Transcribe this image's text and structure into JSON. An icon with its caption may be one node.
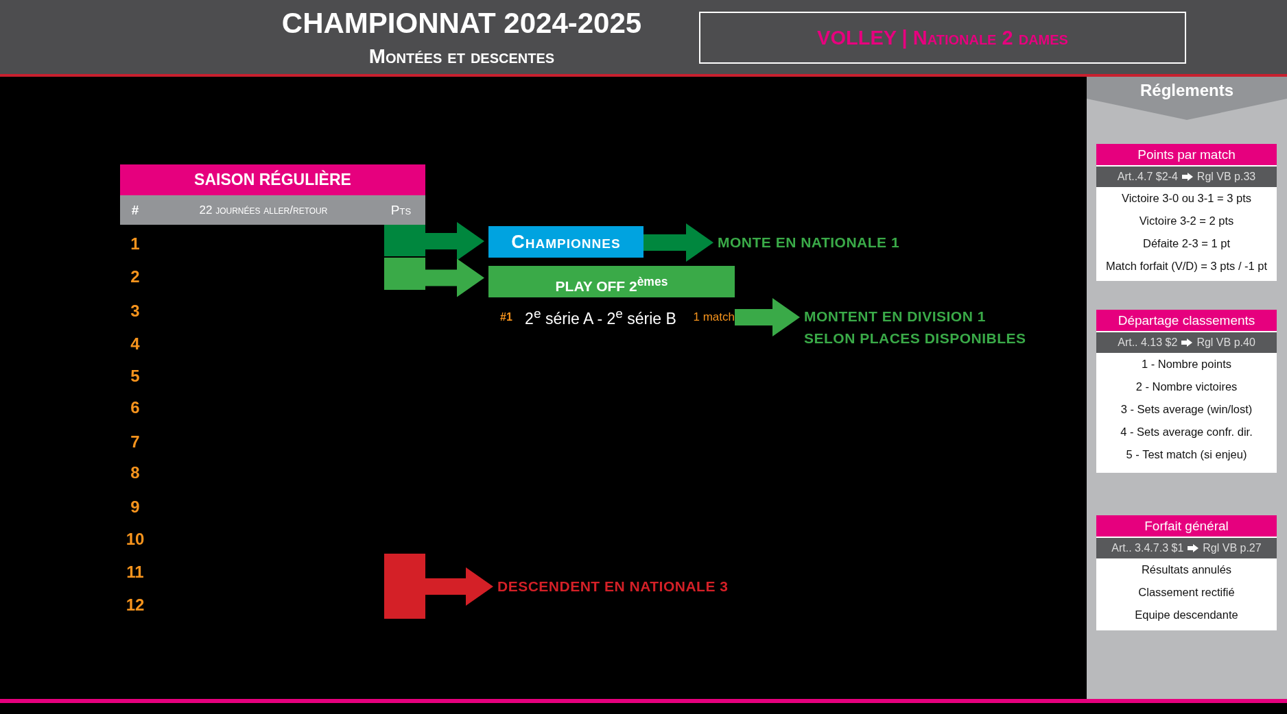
{
  "diagram": {
    "title": "CHAMPIONNAT 2024-2025",
    "nodes": [
      {
        "text": [
          "SAISON RÉGULIÈRE"
        ]
      },
      {
        "text": [],
        "shape": "bar"
      },
      {
        "text": [],
        "shape": "bar"
      },
      {
        "text": [],
        "shape": "bar"
      },
      {
        "text": [
          "Championnes"
        ]
      },
      {
        "text": [
          "PLAY OFF 2$^{èmes}$"
        ]
      },
      {
        "text": [
          "MONTE EN NATIONALE 1"
        ]
      },
      {
        "text": [
          "MONTENT EN DIVISION 1 SELON PLACES DISPONIBLES"
        ]
      },
      {
        "text": [
          "DESCENDENT EN NATIONALE 3"
        ]
      },
      {
        "text": [
          "VOLLEY | Nationale 2 dames"
        ]
      },
      {
        "text": [
          "Réglements"
        ]
      },
      {
        "text": [
          "Points par match",
          "Art..4.7 $2-4",
          "Rgl VB p.33",
          "Victoire 3-0 ou 3-1 = 3 pts",
          "Victoire 3-2 = 2 pts",
          "Défaite 2-3 = 1 pt",
          "Match forfait (V/D) = 3 pts / -1 pt"
        ],
        "in": 10
      },
      {
        "text": [
          "Départage classements",
          "Art.. 4.13 $2",
          "Rgl VB p.40",
          "1 - Nombre points",
          "2 - Nombre victoires",
          "3 - Sets average (win/lost)",
          "4 - Sets average confr. dir.",
          "5 - Test match (si enjeu)"
        ],
        "in": 10
      },
      {
        "text": [
          "Forfait général",
          "Art.. 3.4.7.3 $1",
          "Rgl VB p.27",
          "Résultats annulés",
          "Classement rectifié",
          "Equipe descendante"
        ],
        "in": 10
      },
      {
        "text": [
          "#1",
          "2$^{e}$ série A - 2$^{e}$ série B",
          "1 match"
        ]
      }
    ],
    "edges": [
      {
        "from": 1,
        "to": 4,
        "arrow": "to",
        "color": "#00873e"
      },
      {
        "from": 2,
        "to": 5,
        "arrow": "to",
        "color": "#3aaa48"
      },
      {
        "from": 4,
        "to": 6,
        "arrow": "to",
        "color": "#00873e"
      },
      {
        "from": 14,
        "to": 7,
        "arrow": "to",
        "color": "#3aaa48"
      },
      {
        "from": 3,
        "to": 8,
        "arrow": "to",
        "color": "#d42027"
      }
    ],
    "labels": [
      "Montées et descentes",
      "#",
      "22 journées aller/retour",
      "Pts",
      "1",
      "2",
      "3",
      "4",
      "5",
      "6",
      "7",
      "8",
      "9",
      "10",
      "11",
      "12"
    ]
  }
}
